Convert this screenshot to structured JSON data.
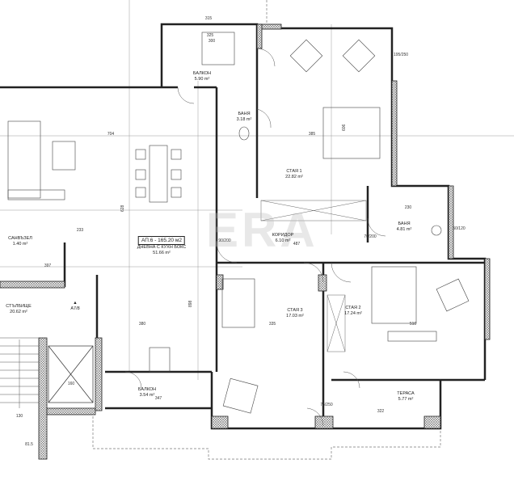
{
  "apartment": {
    "title": "АП.6 - 165.20 м2"
  },
  "rooms": [
    {
      "name": "ДНЕВНА С КУХН БОКС",
      "area": "51.66 m²"
    },
    {
      "name": "БАЛКОН",
      "area": "5.90 m²"
    },
    {
      "name": "БАНЯ",
      "area": "3.18 m²"
    },
    {
      "name": "СТАЯ 1",
      "area": "22.82 m²"
    },
    {
      "name": "КОРИДОР",
      "area": "6.10 m²"
    },
    {
      "name": "БАНЯ",
      "area": "4.81 m²"
    },
    {
      "name": "СТАЯ 3",
      "area": "17.03 m²"
    },
    {
      "name": "СТАЯ 2",
      "area": "17.24 m²"
    },
    {
      "name": "СТЪЛБИЩЕ",
      "area": "20.62 m²"
    },
    {
      "name": "САНВЪЗЕЛ",
      "area": "1.40 m²"
    },
    {
      "name": "БАЛКОН",
      "area": "3.54 m²"
    },
    {
      "name": "ТЕРАСА",
      "area": "5.77 m²"
    }
  ],
  "markers": {
    "stair_level": "А7/8"
  },
  "dimensions": [
    "315",
    "325",
    "300",
    "704",
    "385",
    "606",
    "397",
    "487",
    "335",
    "510",
    "380",
    "347",
    "322",
    "233",
    "628",
    "898",
    "160",
    "130",
    "81.5",
    "195/250",
    "50/120",
    "70/200",
    "90/200",
    "75/250",
    "230"
  ],
  "watermark": "ERA",
  "colors": {
    "wall": "#222222",
    "hatch": "#888888",
    "line": "#555555"
  }
}
